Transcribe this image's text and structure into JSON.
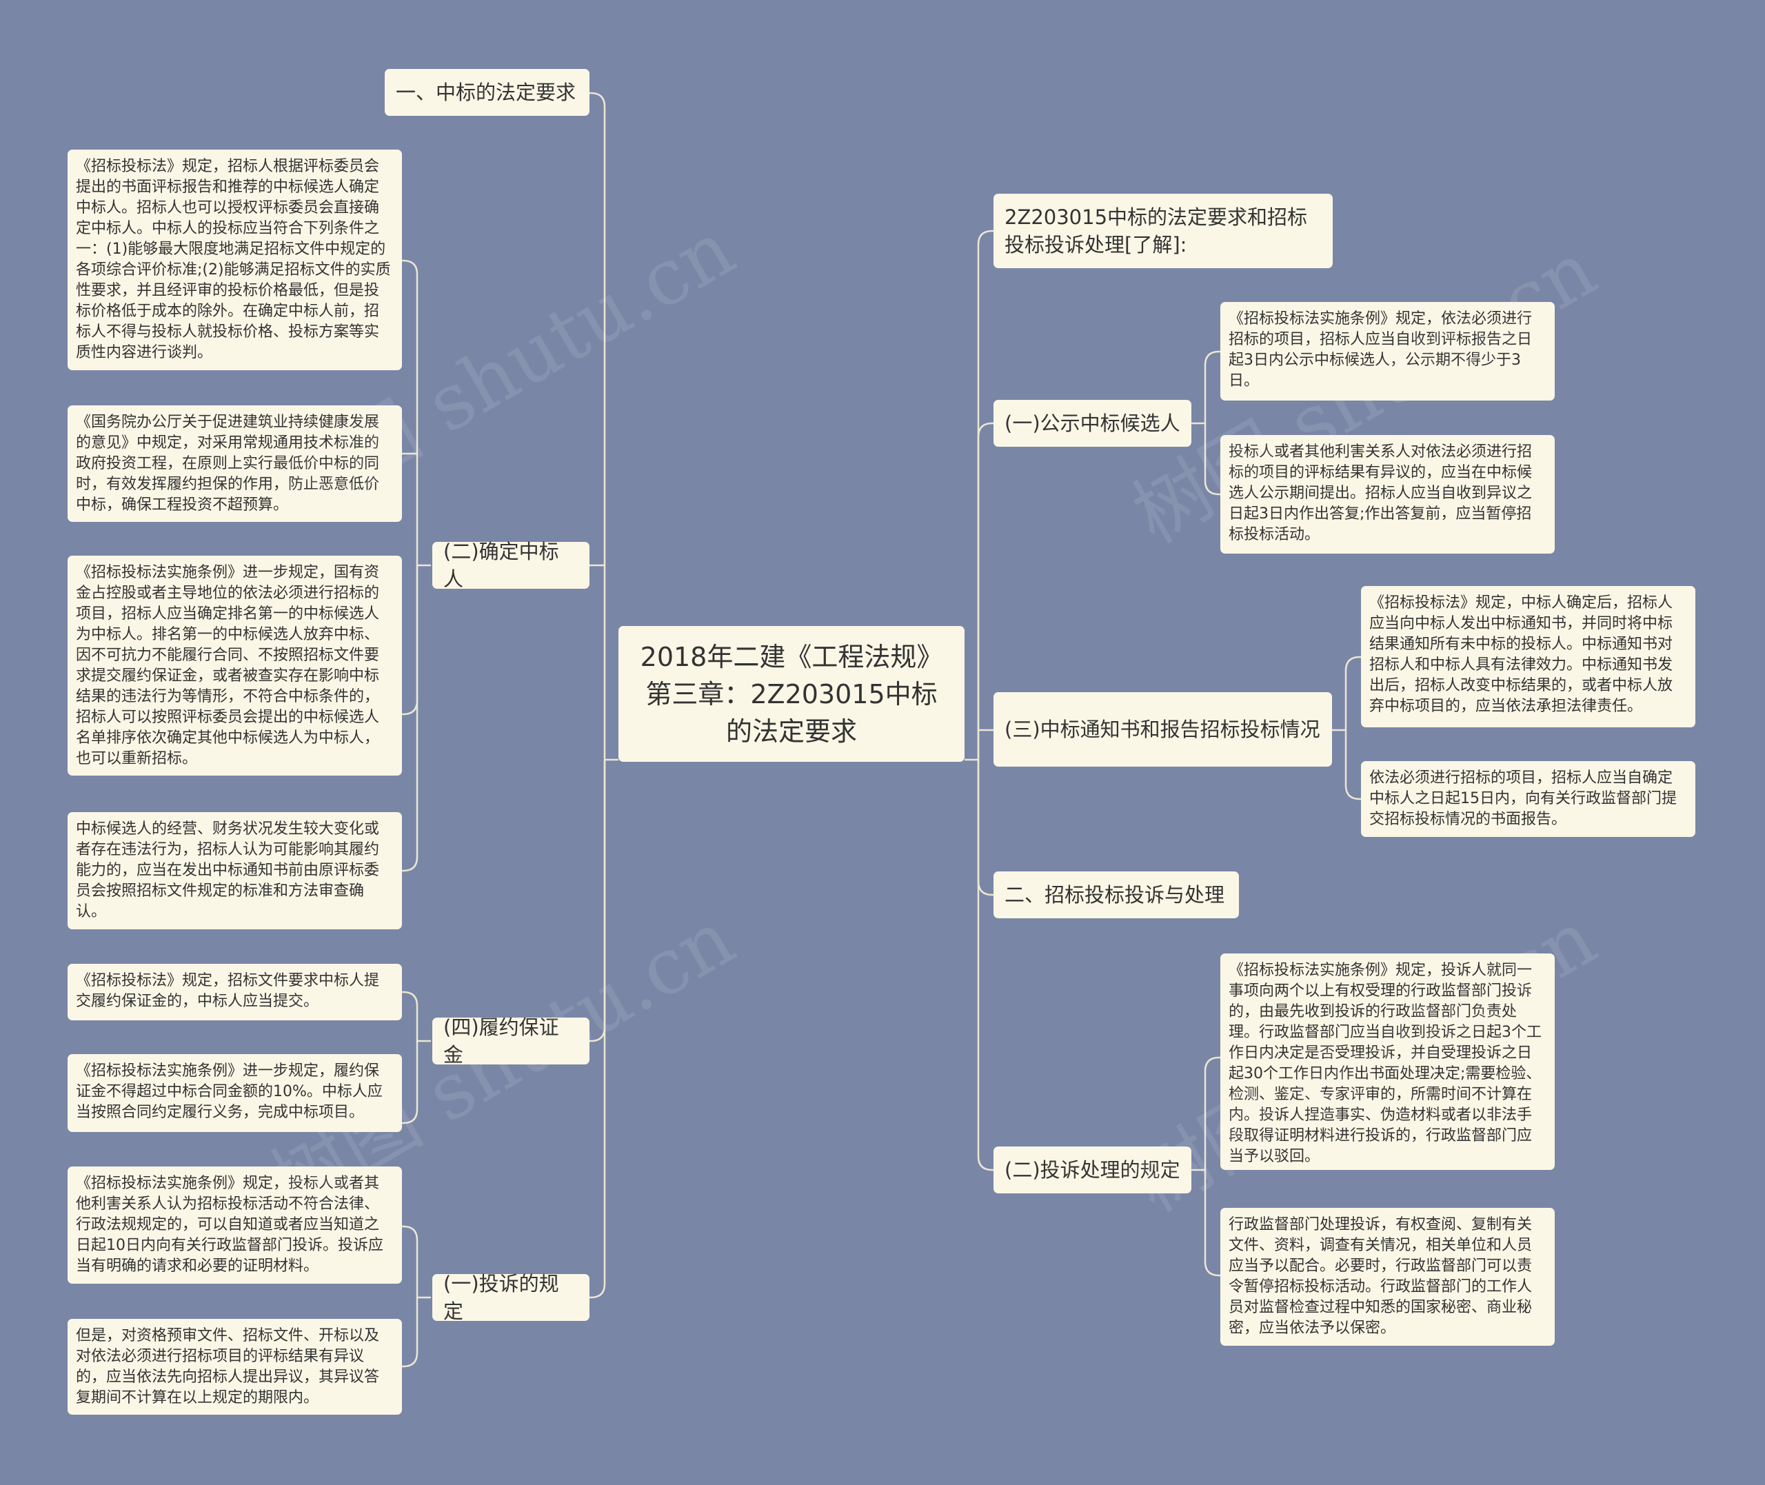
{
  "root": "2018年二建《工程法规》第三章：2Z203015中标的法定要求",
  "left": {
    "legal_requirements": "一、中标的法定要求",
    "determine_winner": {
      "label": "(二)确定中标人",
      "notes": [
        "《招标投标法》规定，招标人根据评标委员会提出的书面评标报告和推荐的中标候选人确定中标人。招标人也可以授权评标委员会直接确定中标人。中标人的投标应当符合下列条件之一：(1)能够最大限度地满足招标文件中规定的各项综合评价标准;(2)能够满足招标文件的实质性要求，并且经评审的投标价格最低，但是投标价格低于成本的除外。在确定中标人前，招标人不得与投标人就投标价格、投标方案等实质性内容进行谈判。",
        "《国务院办公厅关于促进建筑业持续健康发展的意见》中规定，对采用常规通用技术标准的政府投资工程，在原则上实行最低价中标的同时，有效发挥履约担保的作用，防止恶意低价中标，确保工程投资不超预算。",
        "《招标投标法实施条例》进一步规定，国有资金占控股或者主导地位的依法必须进行招标的项目，招标人应当确定排名第一的中标候选人为中标人。排名第一的中标候选人放弃中标、因不可抗力不能履行合同、不按照招标文件要求提交履约保证金，或者被查实存在影响中标结果的违法行为等情形，不符合中标条件的，招标人可以按照评标委员会提出的中标候选人名单排序依次确定其他中标候选人为中标人，也可以重新招标。",
        "中标候选人的经营、财务状况发生较大变化或者存在违法行为，招标人认为可能影响其履约能力的，应当在发出中标通知书前由原评标委员会按照招标文件规定的标准和方法审查确认。"
      ]
    },
    "performance_bond": {
      "label": "(四)履约保证金",
      "notes": [
        "《招标投标法》规定，招标文件要求中标人提交履约保证金的，中标人应当提交。",
        "《招标投标法实施条例》进一步规定，履约保证金不得超过中标合同金额的10%。中标人应当按照合同约定履行义务，完成中标项目。"
      ]
    },
    "complaint_rules": {
      "label": "(一)投诉的规定",
      "notes": [
        "《招标投标法实施条例》规定，投标人或者其他利害关系人认为招标投标活动不符合法律、行政法规规定的，可以自知道或者应当知道之日起10日内向有关行政监督部门投诉。投诉应当有明确的请求和必要的证明材料。",
        "但是，对资格预审文件、招标文件、开标以及对依法必须进行招标项目的评标结果有异议的，应当依法先向招标人提出异议，其异议答复期间不计算在以上规定的期限内。"
      ]
    }
  },
  "right": {
    "intro": "2Z203015中标的法定要求和招标投标投诉处理[了解]:",
    "publicize": {
      "label": "(一)公示中标候选人",
      "notes": [
        "《招标投标法实施条例》规定，依法必须进行招标的项目，招标人应当自收到评标报告之日起3日内公示中标候选人，公示期不得少于3日。",
        "投标人或者其他利害关系人对依法必须进行招标的项目的评标结果有异议的，应当在中标候选人公示期间提出。招标人应当自收到异议之日起3日内作出答复;作出答复前，应当暂停招标投标活动。"
      ]
    },
    "notice": {
      "label": "(三)中标通知书和报告招标投标情况",
      "notes": [
        "《招标投标法》规定，中标人确定后，招标人应当向中标人发出中标通知书，并同时将中标结果通知所有未中标的投标人。中标通知书对招标人和中标人具有法律效力。中标通知书发出后，招标人改变中标结果的，或者中标人放弃中标项目的，应当依法承担法律责任。",
        "依法必须进行招标的项目，招标人应当自确定中标人之日起15日内，向有关行政监督部门提交招标投标情况的书面报告。"
      ]
    },
    "complaint_handling": "二、招标投标投诉与处理",
    "handling_rules": {
      "label": "(二)投诉处理的规定",
      "notes": [
        "《招标投标法实施条例》规定，投诉人就同一事项向两个以上有权受理的行政监督部门投诉的，由最先收到投诉的行政监督部门负责处理。行政监督部门应当自收到投诉之日起3个工作日内决定是否受理投诉，并自受理投诉之日起30个工作日内作出书面处理决定;需要检验、检测、鉴定、专家评审的，所需时间不计算在内。投诉人捏造事实、伪造材料或者以非法手段取得证明材料进行投诉的，行政监督部门应当予以驳回。",
        "行政监督部门处理投诉，有权查阅、复制有关文件、资料，调查有关情况，相关单位和人员应当予以配合。必要时，行政监督部门可以责令暂停招标投标活动。行政监督部门的工作人员对监督检查过程中知悉的国家秘密、商业秘密，应当依法予以保密。"
      ]
    }
  },
  "watermark": "树图 shutu.cn",
  "colors": {
    "background": "#7a86a6",
    "node": "#fbf7e6",
    "line": "#ebe7d3"
  }
}
